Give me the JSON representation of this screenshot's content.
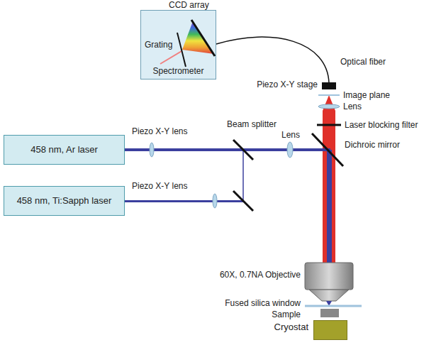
{
  "diagram": {
    "nodes": [
      {
        "text": [
          "Spectrometer"
        ]
      },
      {
        "text": [
          "458 nm, Ar laser"
        ]
      },
      {
        "text": [
          "458 nm, Ti:Sapph laser"
        ]
      },
      {
        "text": [
          "Cryostat"
        ]
      }
    ],
    "labels": [
      "CCD array",
      "Grating",
      "Optical fiber",
      "Piezo X-Y stage",
      "Image plane",
      "Lens",
      "Laser blocking filter",
      "Dichroic mirror",
      "Piezo X-Y lens",
      "Beam splitter",
      "Piezo X-Y lens",
      "Lens",
      "60X, 0.7NA Objective",
      "Fused silica window",
      "Sample"
    ]
  }
}
